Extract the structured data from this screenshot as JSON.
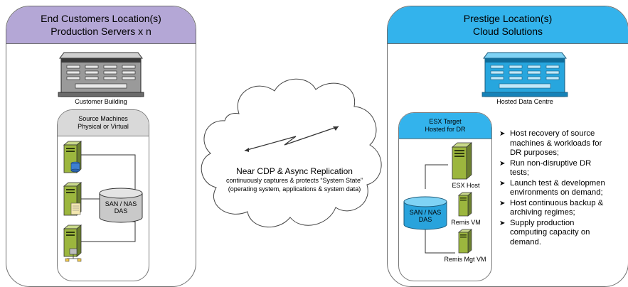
{
  "left_panel": {
    "title_line1": "End Customers Location(s)",
    "title_line2": "Production Servers x n",
    "header_color": "#b4a7d6",
    "building_label": "Customer Building",
    "source_box": {
      "title_line1": "Source Machines",
      "title_line2": "Physical or Virtual",
      "header_color": "#d9d9d9"
    },
    "storage_line1": "SAN / NAS",
    "storage_line2": "DAS"
  },
  "right_panel": {
    "title_line1": "Prestige Location(s)",
    "title_line2": "Cloud Solutions",
    "header_color": "#33b3ec",
    "building_label": "Hosted Data Centre",
    "target_box": {
      "title_line1": "ESX Target",
      "title_line2": "Hosted for DR",
      "header_color": "#33b3ec"
    },
    "storage_line1": "SAN / NAS",
    "storage_line2": "DAS",
    "esx_host_label": "ESX Host",
    "remis_vm_label": "Remis VM",
    "remis_mgt_label": "Remis Mgt VM",
    "bullets": [
      [
        "Host recovery of source",
        "machines & workloads for",
        "DR purposes;"
      ],
      [
        "Run non-disruptive DR",
        "tests;"
      ],
      [
        "Launch test & developmen",
        "environments on demand;"
      ],
      [
        "Host continuous backup &",
        "archiving regimes;"
      ],
      [
        "Supply production",
        "computing capacity on",
        "demand."
      ]
    ]
  },
  "cloud": {
    "title": "Near CDP & Async Replication",
    "line2": "continuously captures & protects “System State”",
    "line3": "(operating system, applications & system data)"
  }
}
